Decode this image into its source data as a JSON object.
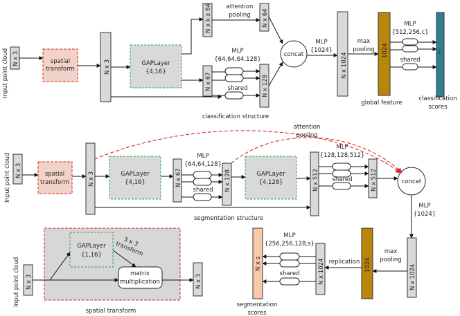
{
  "labels": {
    "input": "Input point cloud",
    "n3": "N x 3",
    "spatial": [
      "spatial",
      "transform"
    ],
    "gap": "GAPLayer",
    "k416": "{4,16}",
    "k4128": "{4,128}",
    "k116": "{1,16}",
    "nk64": "N x k x 64",
    "n64": "N x 64",
    "n67": "N x 67",
    "n128": "N x 128",
    "n512": "N x 512",
    "n1024": "N x 1024",
    "v1024": "1024",
    "ns": "N x s",
    "c": "c",
    "attention": "attention",
    "pooling": "pooling",
    "att_pool": [
      "attention",
      "pooling"
    ],
    "concat": "concat",
    "mlp": "MLP",
    "mlp_64_64_64_128": "{64,64,64,128}",
    "mlp_64_64_128": "{64,64,128}",
    "mlp_128_128_512": "{128,128,512}",
    "mlp_1024": "{1024}",
    "mlp_512_256_c": "{512,256,c}",
    "mlp_256_256_128_s": "{256,256,128,s}",
    "shared": "shared",
    "max_pooling": [
      "max",
      "pooling"
    ],
    "replication": "replication",
    "global_feature": "global feature",
    "classification_scores": [
      "classification",
      "scores"
    ],
    "segmentation_scores": [
      "segmentation",
      "scores"
    ],
    "classification_structure": "classification structure",
    "segmentation_structure": "segmentation structure",
    "spatial_transform": "spatial transform",
    "transform_3x3": [
      "3 x 3",
      "transform"
    ],
    "matrix_mult": [
      "matrix",
      "multiplication"
    ]
  },
  "colors": {
    "box_fill": "#d9d9d9",
    "spatial_fill": "#f2d3c9",
    "gap_border": "#2aa84a",
    "red_dash": "#dd2222",
    "global_feature": "#b8860b",
    "class_scores": "#2f7f8f",
    "seg_scores": "#f9c9a9",
    "frame_fill": "#d7d7d7"
  }
}
